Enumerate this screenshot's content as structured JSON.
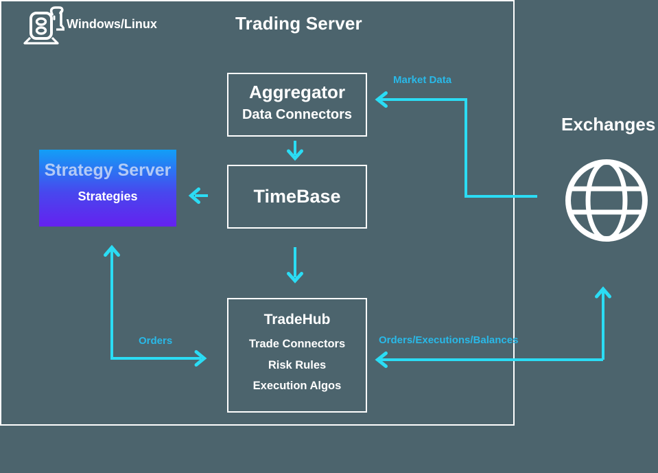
{
  "colors": {
    "background": "#4C646D",
    "node_border": "#FFFFFF",
    "text_white": "#FFFFFF",
    "arrow_cyan": "#2BDCF4",
    "flow_label_cyan": "#29B9E8",
    "strategy_gradient_top": "#129FF7",
    "strategy_gradient_bottom": "#6521EF"
  },
  "header": {
    "title": "Trading Server",
    "os_label": "Windows/Linux"
  },
  "nodes": {
    "aggregator": {
      "title": "Aggregator",
      "subtitle": "Data Connectors"
    },
    "timebase": {
      "title": "TimeBase"
    },
    "tradehub": {
      "title": "TradeHub",
      "items": [
        "Trade Connectors",
        "Risk Rules",
        "Execution Algos"
      ]
    },
    "strategy_server": {
      "title": "Strategy Server",
      "subtitle": "Strategies"
    },
    "exchanges": {
      "title": "Exchanges"
    }
  },
  "flow_labels": {
    "market_data": "Market Data",
    "orders": "Orders",
    "orders_executions_balances": "Orders/Executions/Balances"
  },
  "icons": {
    "os": "server-icon",
    "exchanges": "globe-icon"
  }
}
